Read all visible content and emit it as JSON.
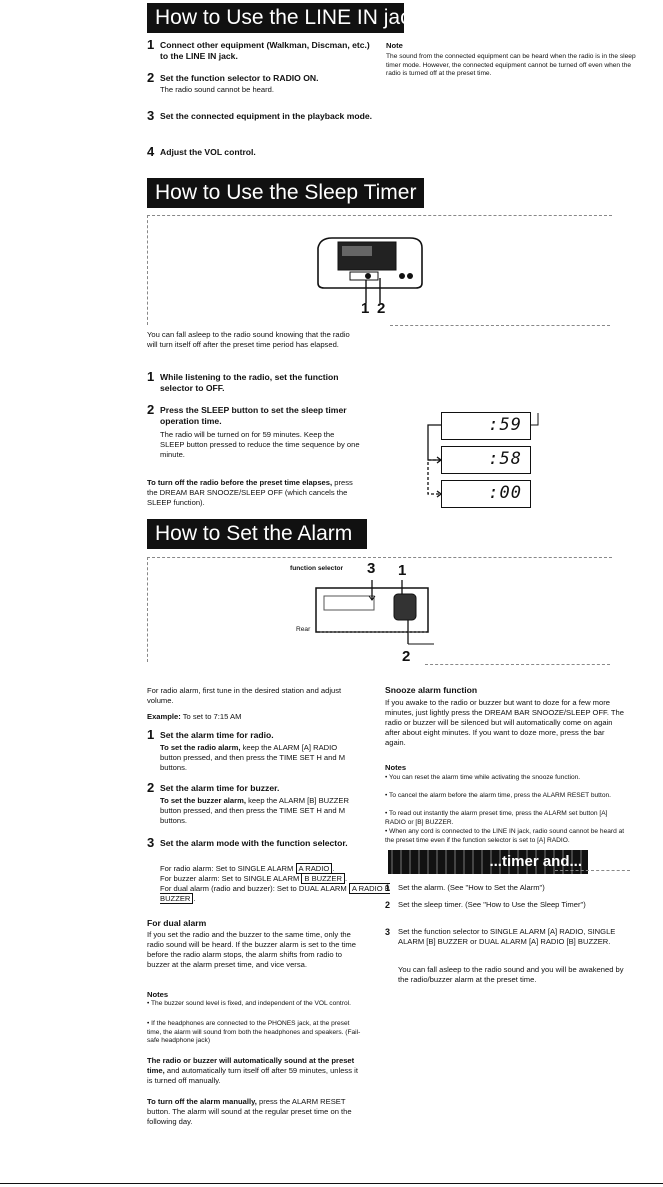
{
  "line_in": {
    "heading": "How to Use the LINE IN jack",
    "steps": [
      {
        "num": "1",
        "text": "Connect other equipment (Walkman, Discman, etc.) to the LINE IN jack."
      },
      {
        "num": "2",
        "text": "Set the function selector to RADIO ON.",
        "sub": "The radio sound cannot be heard."
      },
      {
        "num": "3",
        "text": "Set the connected equipment in the playback mode."
      },
      {
        "num": "4",
        "text": "Adjust the VOL control."
      }
    ],
    "note_title": "Note",
    "note_text": "The sound from the connected equipment can be heard when the radio is in the sleep timer mode. However, the connected equipment cannot be turned off even when the radio is turned off at the preset time."
  },
  "sleep": {
    "heading": "How to Use the Sleep Timer",
    "callouts": [
      "1",
      "2"
    ],
    "intro": "You can fall asleep to the radio sound knowing that the radio will turn itself off after the preset time period has elapsed.",
    "steps": [
      {
        "num": "1",
        "text": "While listening to the radio, set the function selector to OFF."
      },
      {
        "num": "2",
        "text": "Press the SLEEP button to set the sleep timer operation time.",
        "sub": "The radio will be turned on for 59 minutes. Keep the SLEEP button pressed to reduce the time sequence by one minute."
      }
    ],
    "turnoff_bold": "To turn off the radio before the preset time elapses,",
    "turnoff_text": "press the DREAM BAR SNOOZE/SLEEP OFF (which cancels the SLEEP function).",
    "displays": [
      ":59",
      ":58",
      ":00"
    ]
  },
  "alarm": {
    "heading": "How to Set the Alarm",
    "diagram_label": "function selector",
    "rear_label": "Rear",
    "callouts": [
      "3",
      "1",
      "2"
    ],
    "intro": "For radio alarm, first tune in the desired station and adjust volume.",
    "example_bold": "Example:",
    "example_text": "To set to 7:15 AM",
    "steps": [
      {
        "num": "1",
        "text": "Set the alarm time for radio.",
        "sub_bold": "To set the radio alarm,",
        "sub": "keep the ALARM [A] RADIO button pressed, and then press the TIME SET H and M buttons."
      },
      {
        "num": "2",
        "text": "Set the alarm time for buzzer.",
        "sub_bold": "To set the buzzer alarm,",
        "sub": "keep the ALARM [B] BUZZER button pressed, and then press the TIME SET H and M buttons."
      },
      {
        "num": "3",
        "text": "Set the alarm mode with the function selector."
      }
    ],
    "mode_lines": [
      "For radio alarm:  Set to SINGLE ALARM",
      "For buzzer alarm:  Set to SINGLE ALARM",
      "For dual alarm (radio and buzzer):  Set to DUAL ALARM"
    ],
    "mode_boxes": [
      "A  RADIO",
      "B  BUZZER",
      "A  RADIO  B  BUZZER"
    ],
    "dual_title": "For dual alarm",
    "dual_text": "If you set the radio and the buzzer to the same time, only the radio sound will be heard. If the buzzer alarm is set to the time before the radio alarm stops, the alarm shifts from radio to buzzer at the alarm preset time, and vice versa.",
    "notes_title": "Notes",
    "notes": [
      "• The buzzer sound level is fixed, and independent of the VOL control.",
      "• If the headphones are connected to the PHONES jack, at the preset time, the alarm will sound from both the headphones and speakers. (Fail-safe headphone jack)"
    ],
    "auto_bold": "The radio or buzzer will automatically sound at the preset time,",
    "auto_text": "and automatically turn itself off after 59 minutes, unless it is turned off manually.",
    "manual_bold": "To turn off the alarm manually,",
    "manual_text": "press the ALARM RESET button. The alarm will sound at the regular preset time on the following day."
  },
  "snooze": {
    "title": "Snooze alarm function",
    "text": "If you awake to the radio or buzzer but want to doze for a few more minutes, just lightly press the DREAM BAR SNOOZE/SLEEP OFF. The radio or buzzer will be silenced but will automatically come on again after about eight minutes. If you want to doze more, press the bar again.",
    "notes_title": "Notes",
    "notes": [
      "• You can reset the alarm time while activating the snooze function.",
      "• To cancel the alarm before the alarm time, press the ALARM RESET button.",
      "• To read out instantly the alarm preset time, press the ALARM set button [A] RADIO or [B] BUZZER.",
      "• When any cord is connected to the LINE IN jack, radio sound cannot be heard at the preset time even if the function selector is set to [A] RADIO."
    ]
  },
  "combined": {
    "heading_fragment": "...timer and...",
    "steps": [
      {
        "num": "1",
        "text": "Set the alarm. (See \"How to Set the Alarm\")"
      },
      {
        "num": "2",
        "text": "Set the sleep timer. (See \"How to Use the Sleep Timer\")"
      },
      {
        "num": "3",
        "text": "Set the function selector to SINGLE ALARM [A] RADIO, SINGLE ALARM [B] BUZZER or DUAL ALARM [A] RADIO [B] BUZZER."
      }
    ],
    "closing": "You can fall asleep to the radio sound and you will be awakened by the radio/buzzer alarm at the preset time."
  }
}
